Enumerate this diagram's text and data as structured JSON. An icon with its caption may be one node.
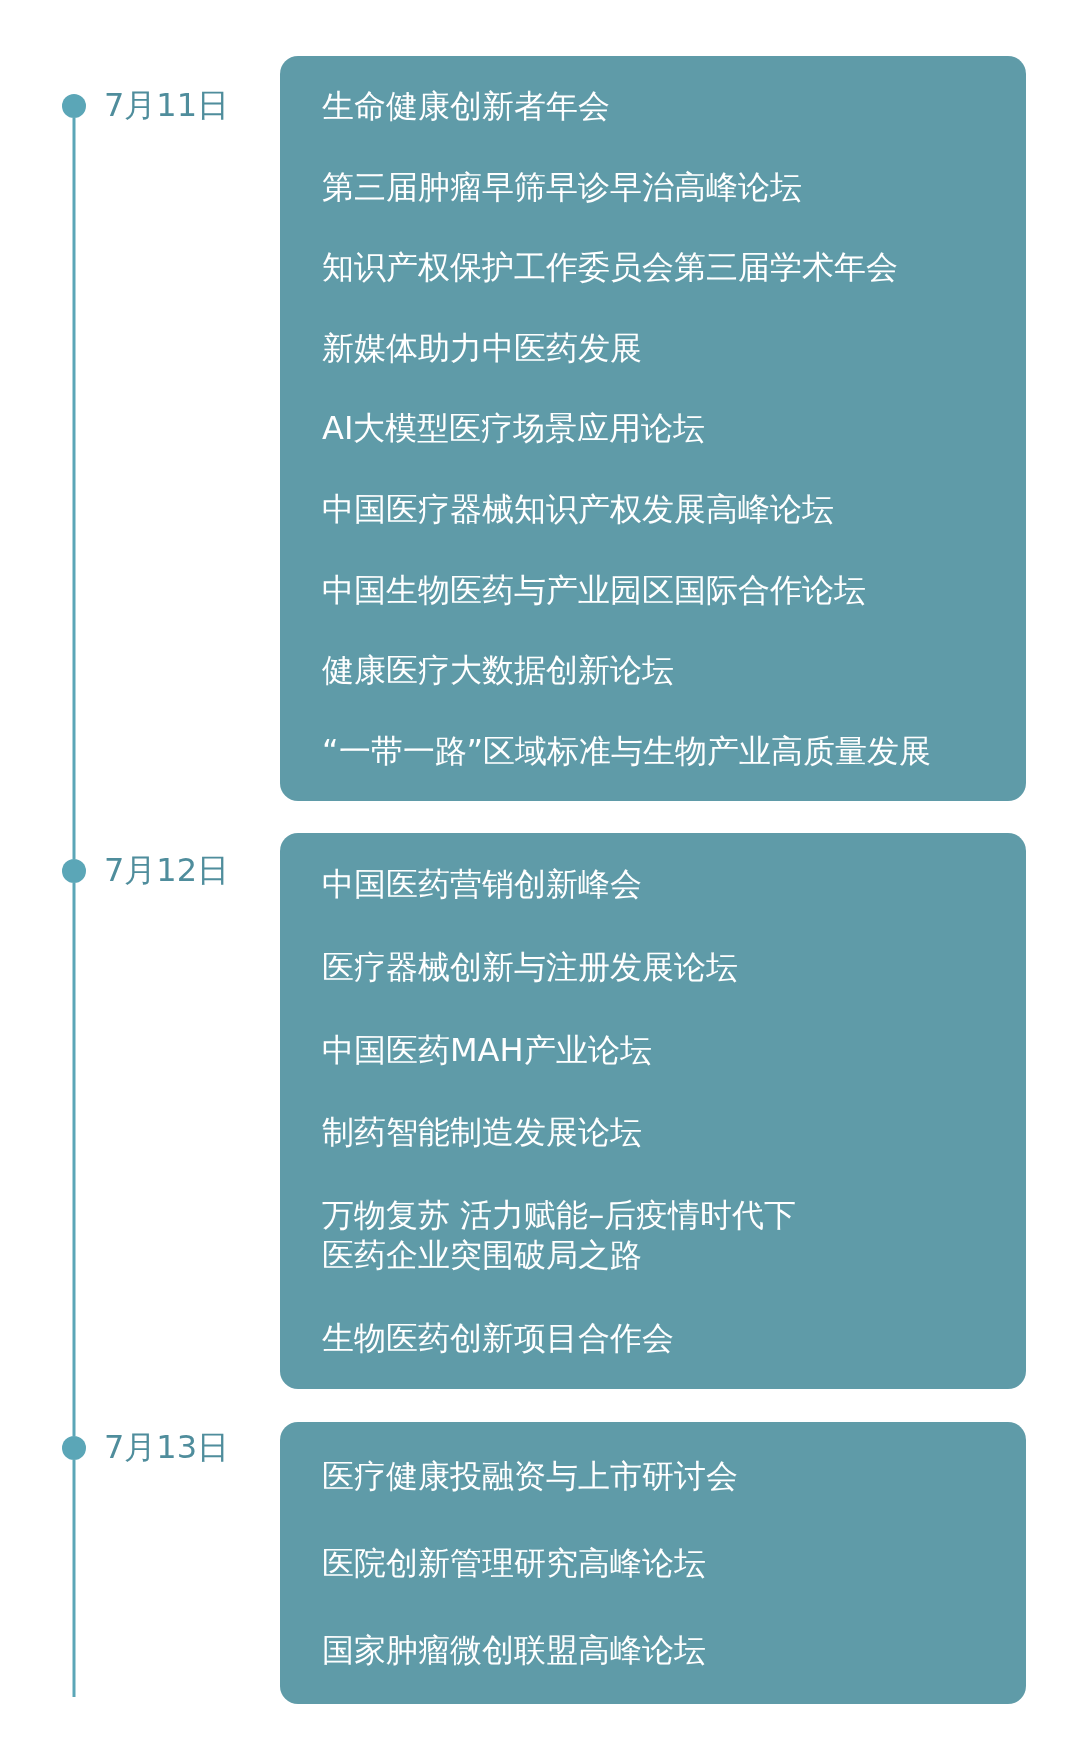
{
  "diagram": {
    "nodes": [
      {
        "text": [
          "7月11日"
        ]
      },
      {
        "text": [
          "生命健康创新者年会",
          "第三届肿瘤早筛早诊早治高峰论坛",
          "知识产权保护工作委员会第三届学术年会",
          "新媒体助力中医药发展",
          "AI大模型医疗场景应用论坛",
          "中国医疗器械知识产权发展高峰论坛",
          "中国生物医药与产业园区国际合作论坛",
          "健康医疗大数据创新论坛",
          "“一带一路”区域标准与生物产业高质量发展"
        ]
      },
      {
        "text": [
          "7月12日"
        ]
      },
      {
        "text": [
          "中国医药营销创新峰会",
          "医疗器械创新与注册发展论坛",
          "中国医药MAH产业论坛",
          "制药智能制造发展论坛",
          "万物复苏 活力赋能–后疫情时代下医药企业突围破局之路",
          "生物医药创新项目合作会"
        ]
      },
      {
        "text": [
          "7月13日"
        ]
      },
      {
        "text": [
          "医疗健康投融资与上市研讨会",
          "医院创新管理研究高峰论坛",
          "国家肿瘤微创联盟高峰论坛"
        ]
      }
    ],
    "edges": [
      {
        "from": 0,
        "to": 2,
        "arrow": "none"
      },
      {
        "from": 2,
        "to": 4,
        "arrow": "none"
      },
      {
        "from": 4,
        "to": null,
        "arrow": "none"
      }
    ]
  }
}
